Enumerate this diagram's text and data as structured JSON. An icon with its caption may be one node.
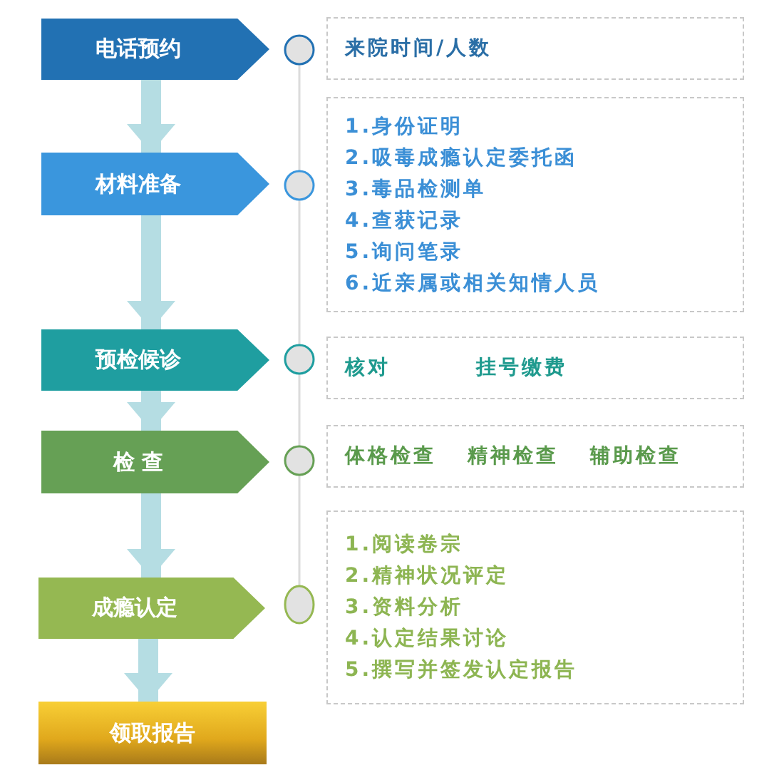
{
  "diagram": {
    "nodes": [
      {
        "text": [
          "电话预约"
        ]
      },
      {
        "text": [
          "材料准备"
        ]
      },
      {
        "text": [
          "预检候诊"
        ]
      },
      {
        "text": [
          "检 查"
        ]
      },
      {
        "text": [
          "成瘾认定"
        ]
      },
      {
        "text": [
          "领取报告"
        ]
      },
      {
        "text": [
          "来院时间/人数"
        ]
      },
      {
        "text": [
          "1.身份证明",
          "2.吸毒成瘾认定委托函",
          "3.毒品检测单",
          "4.查获记录",
          "5.询问笔录",
          "6.近亲属或相关知情人员"
        ]
      },
      {
        "text": [
          "核对",
          "挂号缴费"
        ]
      },
      {
        "text": [
          "体格检查",
          "精神检查",
          "辅助检查"
        ]
      },
      {
        "text": [
          "1.阅读卷宗",
          "2.精神状况评定",
          "3.资料分析",
          "4.认定结果讨论",
          "5.撰写并签发认定报告"
        ]
      }
    ],
    "edges": [
      {
        "from": 0,
        "to": 1,
        "arrow": "to"
      },
      {
        "from": 1,
        "to": 2,
        "arrow": "to"
      },
      {
        "from": 2,
        "to": 3,
        "arrow": "to"
      },
      {
        "from": 3,
        "to": 4,
        "arrow": "to"
      },
      {
        "from": 4,
        "to": 5,
        "arrow": "to"
      }
    ]
  }
}
